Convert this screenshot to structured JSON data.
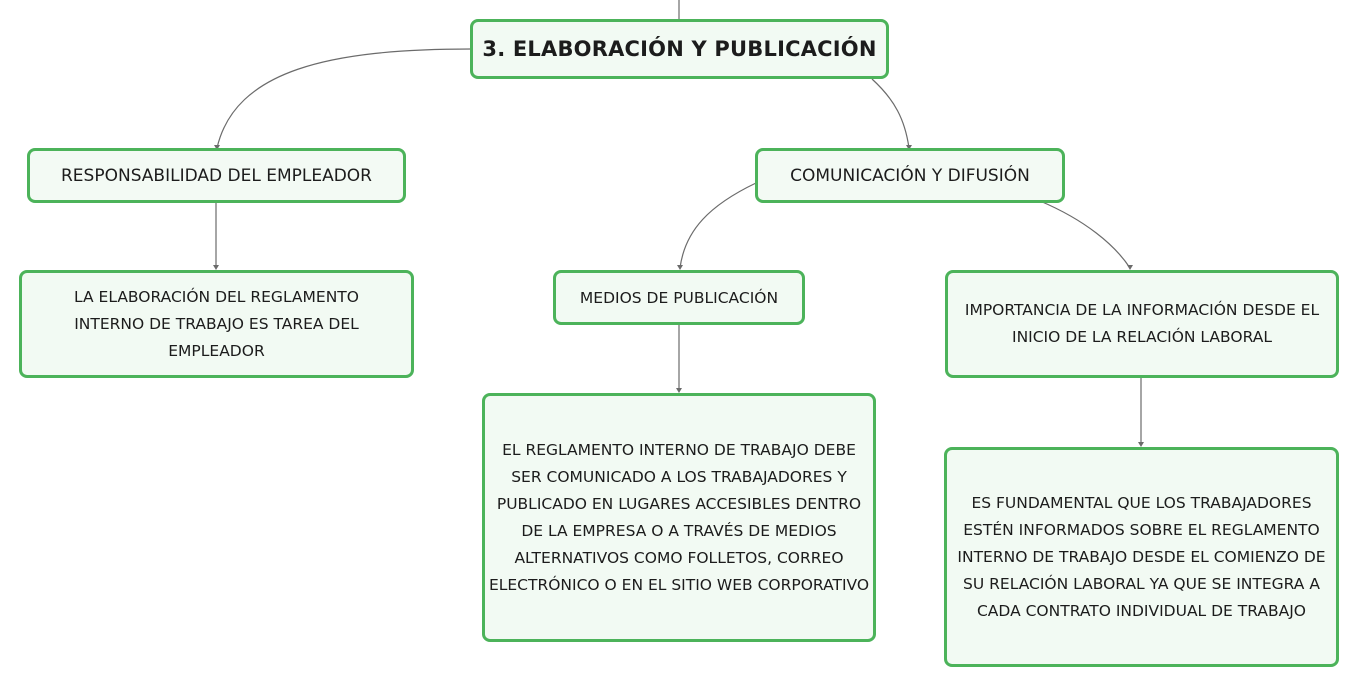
{
  "diagram": {
    "root": {
      "label": "3. ELABORACIÓN Y PUBLICACIÓN"
    },
    "responsabilidad": {
      "label": "RESPONSABILIDAD DEL EMPLEADOR",
      "detail": "LA ELABORACIÓN DEL REGLAMENTO INTERNO DE TRABAJO ES TAREA DEL EMPLEADOR"
    },
    "comunicacion": {
      "label": "COMUNICACIÓN Y DIFUSIÓN"
    },
    "medios": {
      "label": "MEDIOS DE PUBLICACIÓN",
      "detail": "EL REGLAMENTO INTERNO DE TRABAJO DEBE SER COMUNICADO A LOS TRABAJADORES Y PUBLICADO EN LUGARES ACCESIBLES DENTRO DE LA EMPRESA O A TRAVÉS DE MEDIOS ALTERNATIVOS COMO FOLLETOS, CORREO ELECTRÓNICO O EN EL SITIO WEB CORPORATIVO"
    },
    "importancia": {
      "label": "IMPORTANCIA DE LA INFORMACIÓN DESDE EL INICIO DE LA RELACIÓN LABORAL",
      "detail": "ES FUNDAMENTAL QUE LOS TRABAJADORES ESTÉN INFORMADOS SOBRE EL REGLAMENTO INTERNO DE TRABAJO DESDE EL COMIENZO DE SU RELACIÓN LABORAL YA QUE SE INTEGRA A CADA CONTRATO INDIVIDUAL DE TRABAJO"
    }
  },
  "colors": {
    "node_border": "#4cb35a",
    "node_fill": "#f2faf3",
    "connector": "#666666",
    "text": "#1c1c1c"
  }
}
